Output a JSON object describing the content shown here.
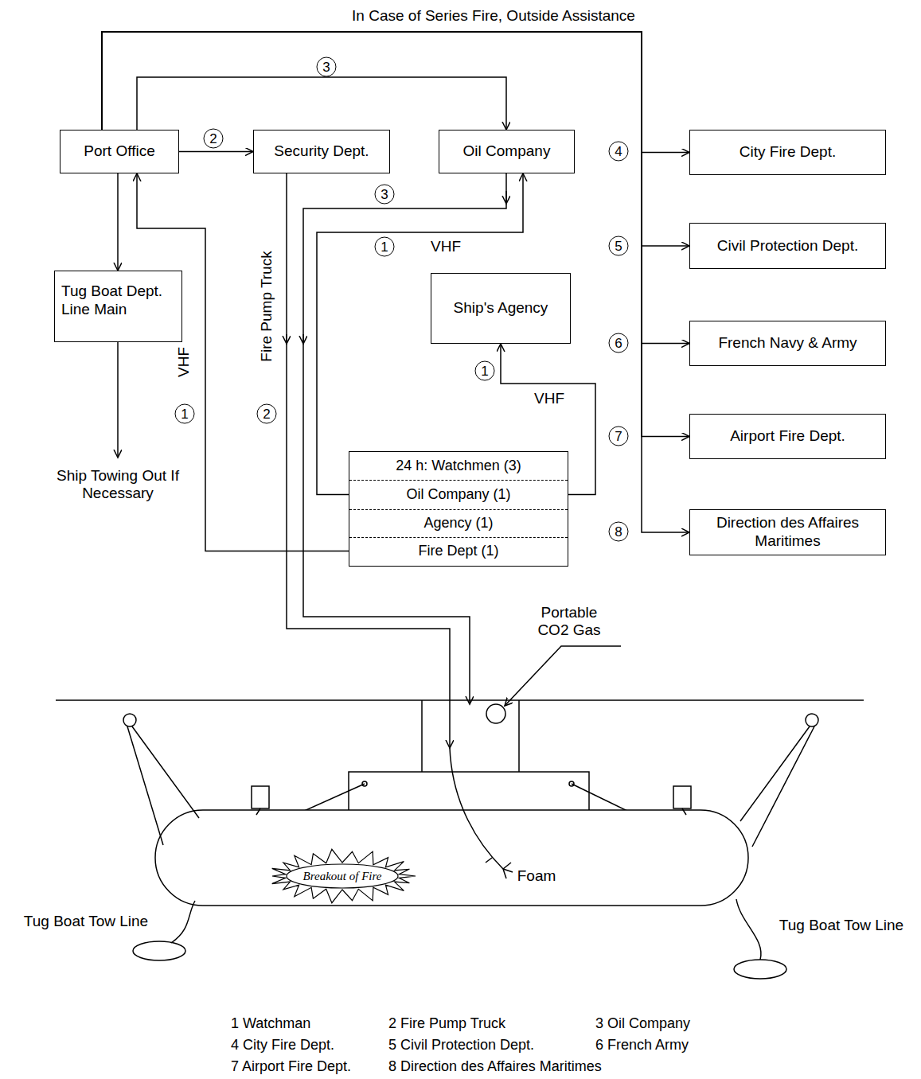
{
  "diagram": {
    "nodes": [
      {
        "text": [
          "Port Office"
        ]
      },
      {
        "text": [
          "Security Dept."
        ]
      },
      {
        "text": [
          "Oil Company"
        ]
      },
      {
        "text": [
          "City Fire Dept."
        ]
      },
      {
        "text": [
          "Civil Protection Dept."
        ]
      },
      {
        "text": [
          "Tug Boat Dept. Line Main"
        ]
      },
      {
        "text": [
          "Ship's Agency"
        ]
      },
      {
        "text": [
          "French Navy & Army"
        ]
      },
      {
        "text": [
          "Airport Fire Dept."
        ]
      },
      {
        "text": [
          "Direction des Affaires Maritimes"
        ]
      },
      {
        "text": [
          "24 h: Watchmen (3)"
        ]
      },
      {
        "text": [
          "Oil Company (1)"
        ],
        "in": 10
      },
      {
        "text": [
          "Agency (1)"
        ],
        "in": 10
      },
      {
        "text": [
          "Fire Dept (1)"
        ],
        "in": 10
      },
      {
        "text": [
          "Breakout of Fire"
        ]
      }
    ],
    "edges": [
      {
        "from": 0,
        "to": 1,
        "arrow": "to",
        "label": "2"
      },
      {
        "from": 0,
        "to": 2,
        "arrow": "to",
        "label": "3"
      },
      {
        "from": 0,
        "to": 5,
        "arrow": "to"
      },
      {
        "from": 13,
        "to": 0,
        "arrow": "to",
        "label": "1"
      },
      {
        "from": 11,
        "to": 2,
        "arrow": "to",
        "label": "1"
      },
      {
        "from": 11,
        "to": 6,
        "arrow": "to",
        "label": "1"
      },
      {
        "from": 0,
        "to": 3,
        "arrow": "to",
        "label": "4"
      },
      {
        "from": 0,
        "to": 4,
        "arrow": "to",
        "label": "5"
      },
      {
        "from": 0,
        "to": 7,
        "arrow": "to",
        "label": "6"
      },
      {
        "from": 0,
        "to": 8,
        "arrow": "to",
        "label": "7"
      },
      {
        "from": 0,
        "to": 9,
        "arrow": "to",
        "label": "8"
      }
    ],
    "labels": [
      "In Case of Series Fire, Outside Assistance",
      "3",
      "VHF",
      "VHF",
      "Fire Pump Truck",
      "2",
      "VHF",
      "Ship Towing Out If Necessary",
      "Portable CO2 Gas",
      "Foam",
      "Tug Boat Tow Line",
      "Tug Boat Tow Line",
      "1 Watchman",
      "2 Fire Pump Truck",
      "3 Oil Company",
      "4 City Fire Dept.",
      "5 Civil Protection Dept.",
      "6 French Army",
      "7 Airport Fire Dept.",
      "8 Direction des Affaires Maritimes"
    ]
  }
}
